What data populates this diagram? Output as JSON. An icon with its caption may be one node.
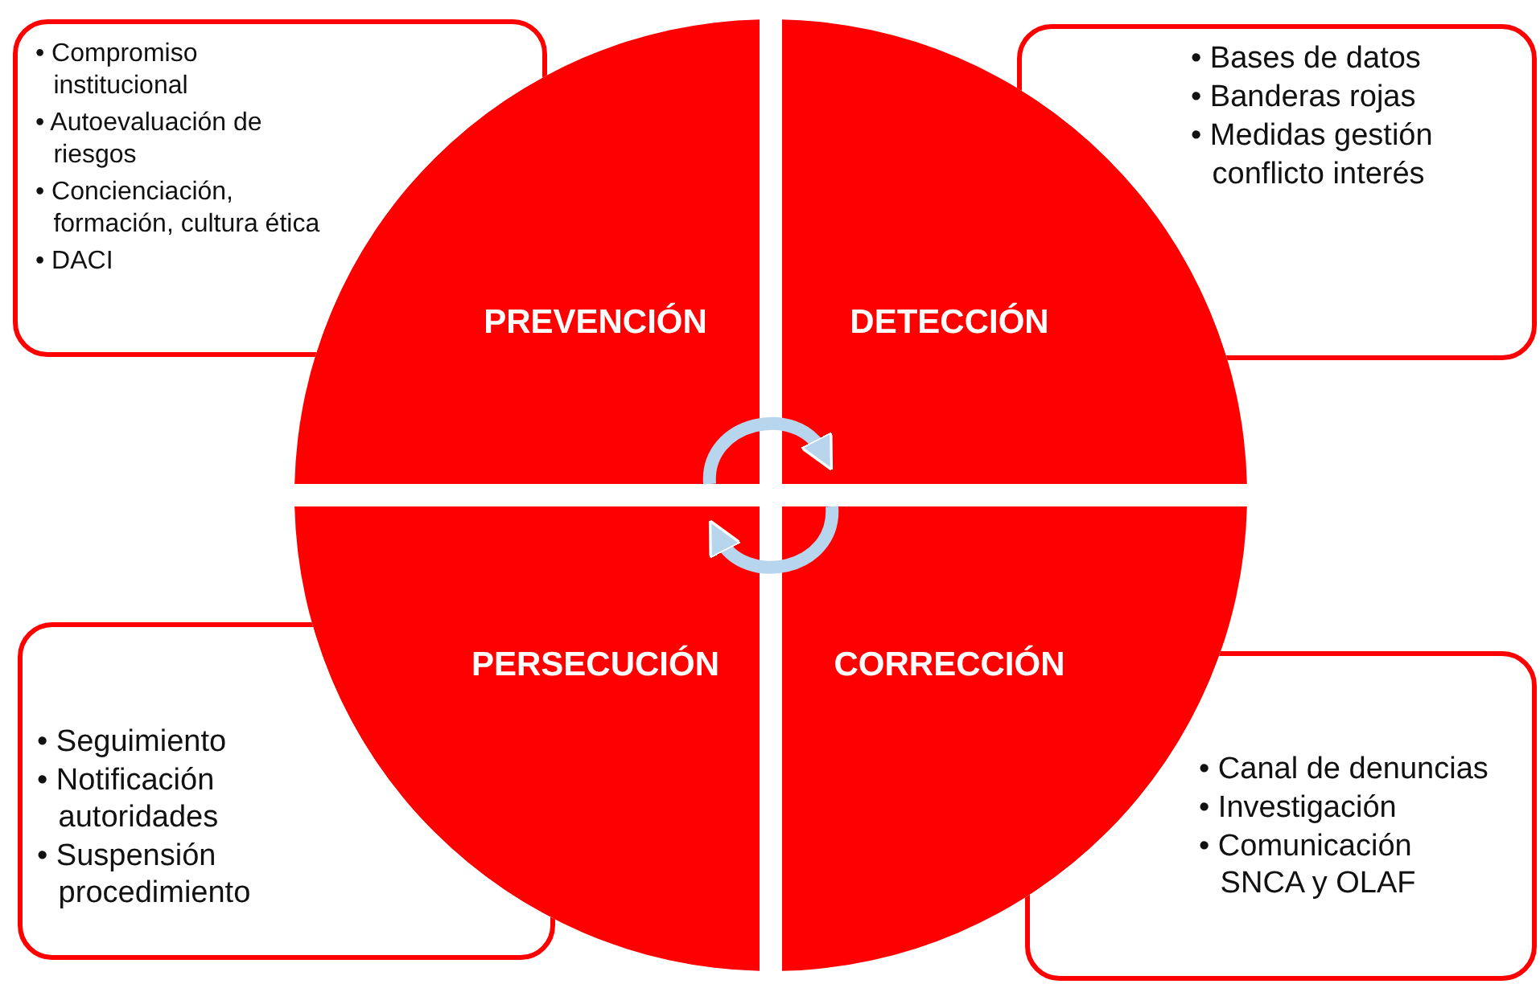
{
  "diagram": {
    "nodes": [
      {
        "text": [
          "• Compromiso institucional",
          "• Autoevaluación de riesgos",
          "• Concienciación, formación, cultura ética",
          "• DACI"
        ]
      },
      {
        "text": [
          "• Bases de datos",
          "• Banderas rojas",
          "• Medidas gestión conflicto interés"
        ]
      },
      {
        "text": [
          "PREVENCIÓN"
        ]
      },
      {
        "text": [
          "DETECCIÓN"
        ]
      },
      {
        "text": [
          "PERSECUCIÓN"
        ]
      },
      {
        "text": [
          "CORRECCIÓN"
        ]
      },
      {
        "text": [
          "• Seguimiento",
          "• Notificación autoridades",
          "• Suspensión procedimiento"
        ]
      },
      {
        "text": [
          "• Canal de denuncias",
          "• Investigación",
          "• Comunicación SNCA y OLAF"
        ]
      }
    ],
    "edges": [
      {
        "from": 2,
        "to": 3,
        "arrow": "to"
      },
      {
        "from": 5,
        "to": 4,
        "arrow": "to"
      }
    ]
  }
}
